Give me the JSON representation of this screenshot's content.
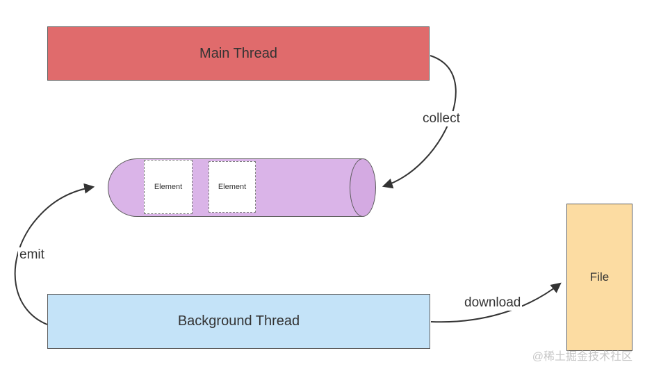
{
  "diagram": {
    "main_thread": {
      "label": "Main Thread"
    },
    "background_thread": {
      "label": "Background Thread"
    },
    "file": {
      "label": "File"
    },
    "pipe": {
      "elements": [
        {
          "label": "Element"
        },
        {
          "label": "Element"
        }
      ]
    },
    "arrows": {
      "collect": "collect",
      "emit": "emit",
      "download": "download"
    },
    "watermark": "@稀土掘金技术社区",
    "colors": {
      "main_thread_fill": "#e06b6c",
      "background_thread_fill": "#c4e3f8",
      "file_fill": "#fcdca2",
      "pipe_fill": "#dab4e8",
      "box_stroke": "#5f5f5f",
      "arrow_stroke": "#333333"
    }
  }
}
